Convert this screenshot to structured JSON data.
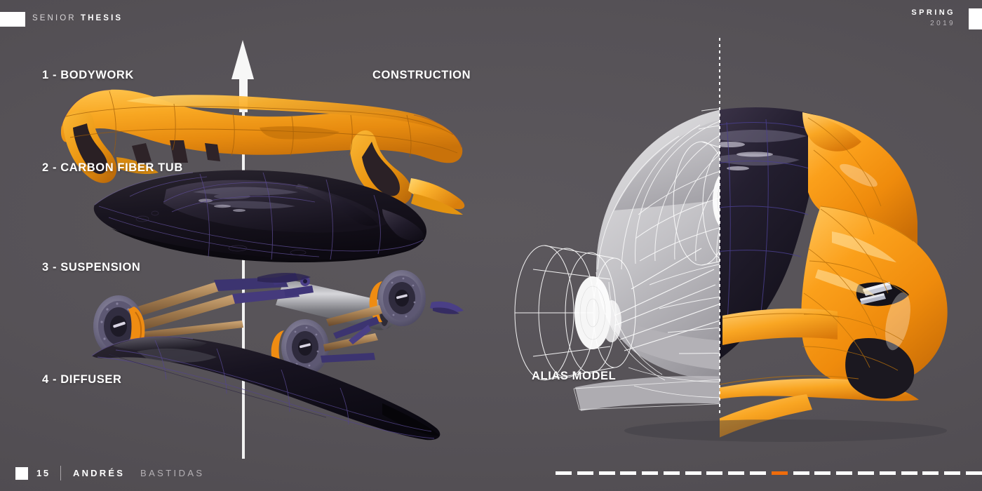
{
  "header": {
    "title_light": "SENIOR",
    "title_bold": "THESIS",
    "season": "SPRING",
    "year": "2019"
  },
  "footer": {
    "page_number": "15",
    "separator": "|",
    "author_first": "ANDRÉS",
    "author_last": "BASTIDAS",
    "progress": {
      "total_dashes": 20,
      "active_index": 11,
      "active_color": "#ef6c0b",
      "dash_color": "#ffffff"
    }
  },
  "sections": {
    "construction_heading": "CONSTRUCTION",
    "alias_heading": "ALIAS MODEL"
  },
  "exploded_view": {
    "components": [
      {
        "label": "1 - BODYWORK",
        "color": "#f2a01e"
      },
      {
        "label": "2 - CARBON FIBER TUB",
        "color": "#1a1620"
      },
      {
        "label": "3 - SUSPENSION",
        "color": "#3b3470"
      },
      {
        "label": "4 - DIFFUSER",
        "color": "#151219"
      }
    ]
  },
  "colors": {
    "background": "#565257",
    "accent_orange": "#f2920e",
    "wireframe_white": "#ffffff",
    "clay_grey": "#b9b7b9",
    "carbon_dark": "#161319"
  }
}
